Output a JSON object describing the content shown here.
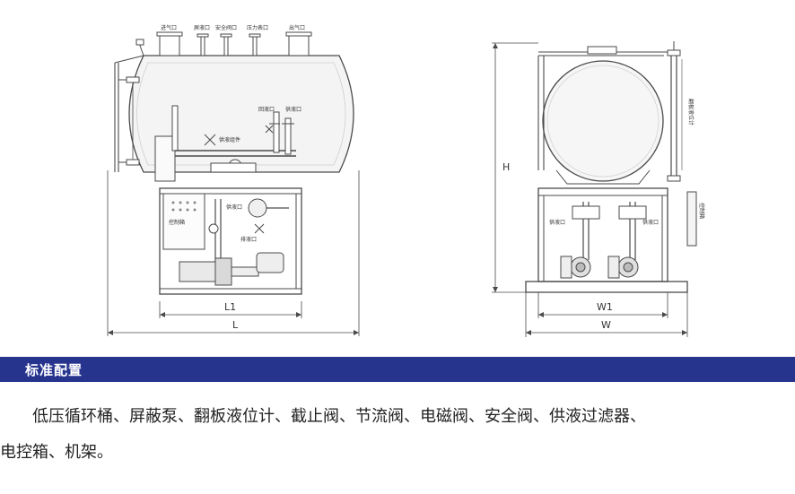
{
  "side_view": {
    "top_ports": [
      "进气口",
      "屏液口",
      "安全阀口",
      "压力表口",
      "出气口"
    ],
    "mid_labels": [
      "回液口",
      "供液口"
    ],
    "valve_label": "供液组件",
    "control_box": "控制箱",
    "lower_labels": [
      "供液口",
      "排液口"
    ],
    "dim_l1": "L1",
    "dim_l": "L"
  },
  "front_view": {
    "gauge_label": "翻板液位计",
    "dim_h": "H",
    "control_box": "控制箱",
    "lower_labels": [
      "供液口",
      "供液口"
    ],
    "dim_w1": "W1",
    "dim_w": "W"
  },
  "section": {
    "title": "标准配置"
  },
  "body": {
    "line1": "低压循环桶、屏蔽泵、翻板液位计、截止阀、节流阀、电磁阀、安全阀、供液过滤器、",
    "line2": "电控箱、机架。"
  }
}
